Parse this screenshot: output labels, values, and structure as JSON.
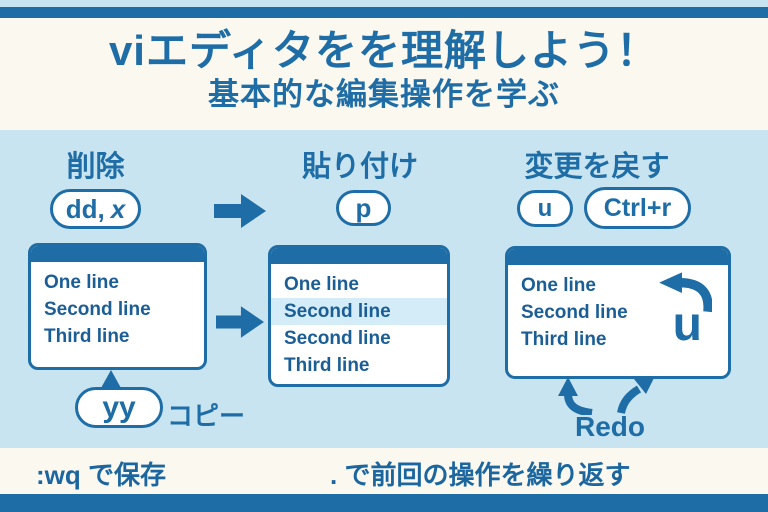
{
  "colors": {
    "brand_blue": "#1e6da6",
    "light_blue_bg": "#c9e4f1",
    "cream_bg": "#faf8ef",
    "line_text_blue": "#1b5e96",
    "highlight_row": "#d4ecf8"
  },
  "header": {
    "title": "viエディタをを理解しよう！",
    "subtitle": "基本的な編集操作を学ぶ"
  },
  "columns": {
    "delete": {
      "heading": "削除",
      "key_main": "dd,",
      "key_italic": "x"
    },
    "paste": {
      "heading": "貼り付け",
      "key": "p"
    },
    "undo": {
      "heading": "変更を戻す",
      "key_undo": "u",
      "key_redo": "Ctrl+r"
    }
  },
  "boxes": {
    "original": {
      "lines": [
        "One line",
        "Second line",
        "Third line"
      ]
    },
    "pasted": {
      "lines": [
        "One line",
        "Second line",
        "Second line",
        "Third line"
      ],
      "highlighted_line_index": 1
    },
    "undone": {
      "lines": [
        "One line",
        "Second line",
        "Third line"
      ],
      "undo_key": "u",
      "redo_label": "Redo"
    }
  },
  "copy": {
    "key": "yy",
    "label": "コピー"
  },
  "footer": {
    "save": ":wq で保存",
    "repeat": ". で前回の操作を繰り返す"
  }
}
